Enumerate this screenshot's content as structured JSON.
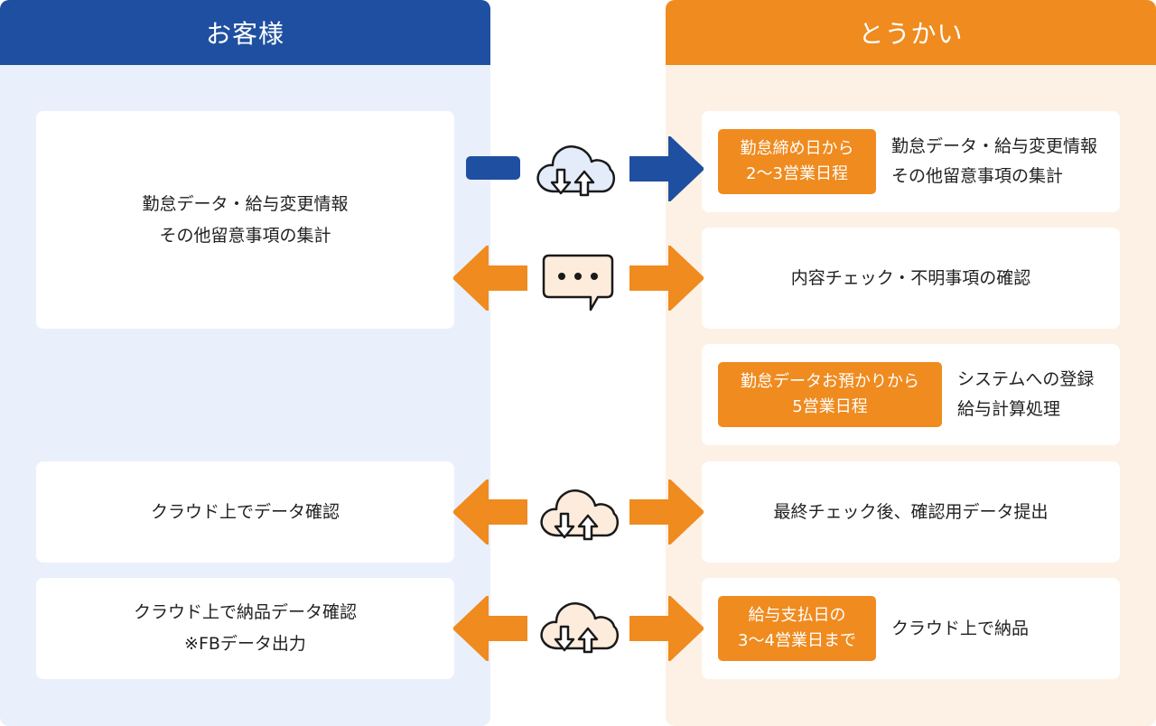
{
  "headers": {
    "customer": "お客様",
    "company": "とうかい"
  },
  "left_cards": [
    {
      "lines": [
        "勤怠データ・給与変更情報",
        "その他留意事項の集計"
      ]
    },
    {
      "lines": [
        "クラウド上でデータ確認"
      ]
    },
    {
      "lines": [
        "クラウド上で納品データ確認",
        "※FBデータ出力"
      ]
    }
  ],
  "right_cards": [
    {
      "badge": [
        "勤怠締め日から",
        "2〜3営業日程"
      ],
      "lines": [
        "勤怠データ・給与変更情報",
        "その他留意事項の集計"
      ]
    },
    {
      "lines": [
        "内容チェック・不明事項の確認"
      ]
    },
    {
      "badge": [
        "勤怠データお預かりから",
        "5営業日程"
      ],
      "lines": [
        "システムへの登録",
        "給与計算処理"
      ]
    },
    {
      "lines": [
        "最終チェック後、確認用データ提出"
      ]
    },
    {
      "badge": [
        "給与支払日の",
        "3〜4営業日まで"
      ],
      "lines": [
        "クラウド上で納品"
      ]
    }
  ],
  "icons": [
    "cloud-upload-download-icon",
    "chat-bubble-icon",
    "cloud-upload-download-icon",
    "cloud-upload-download-icon"
  ],
  "colors": {
    "blue": "#1f4fa0",
    "orange": "#ef8b1f",
    "left_bg": "#e9f0fc",
    "right_bg": "#fdf1e5"
  }
}
